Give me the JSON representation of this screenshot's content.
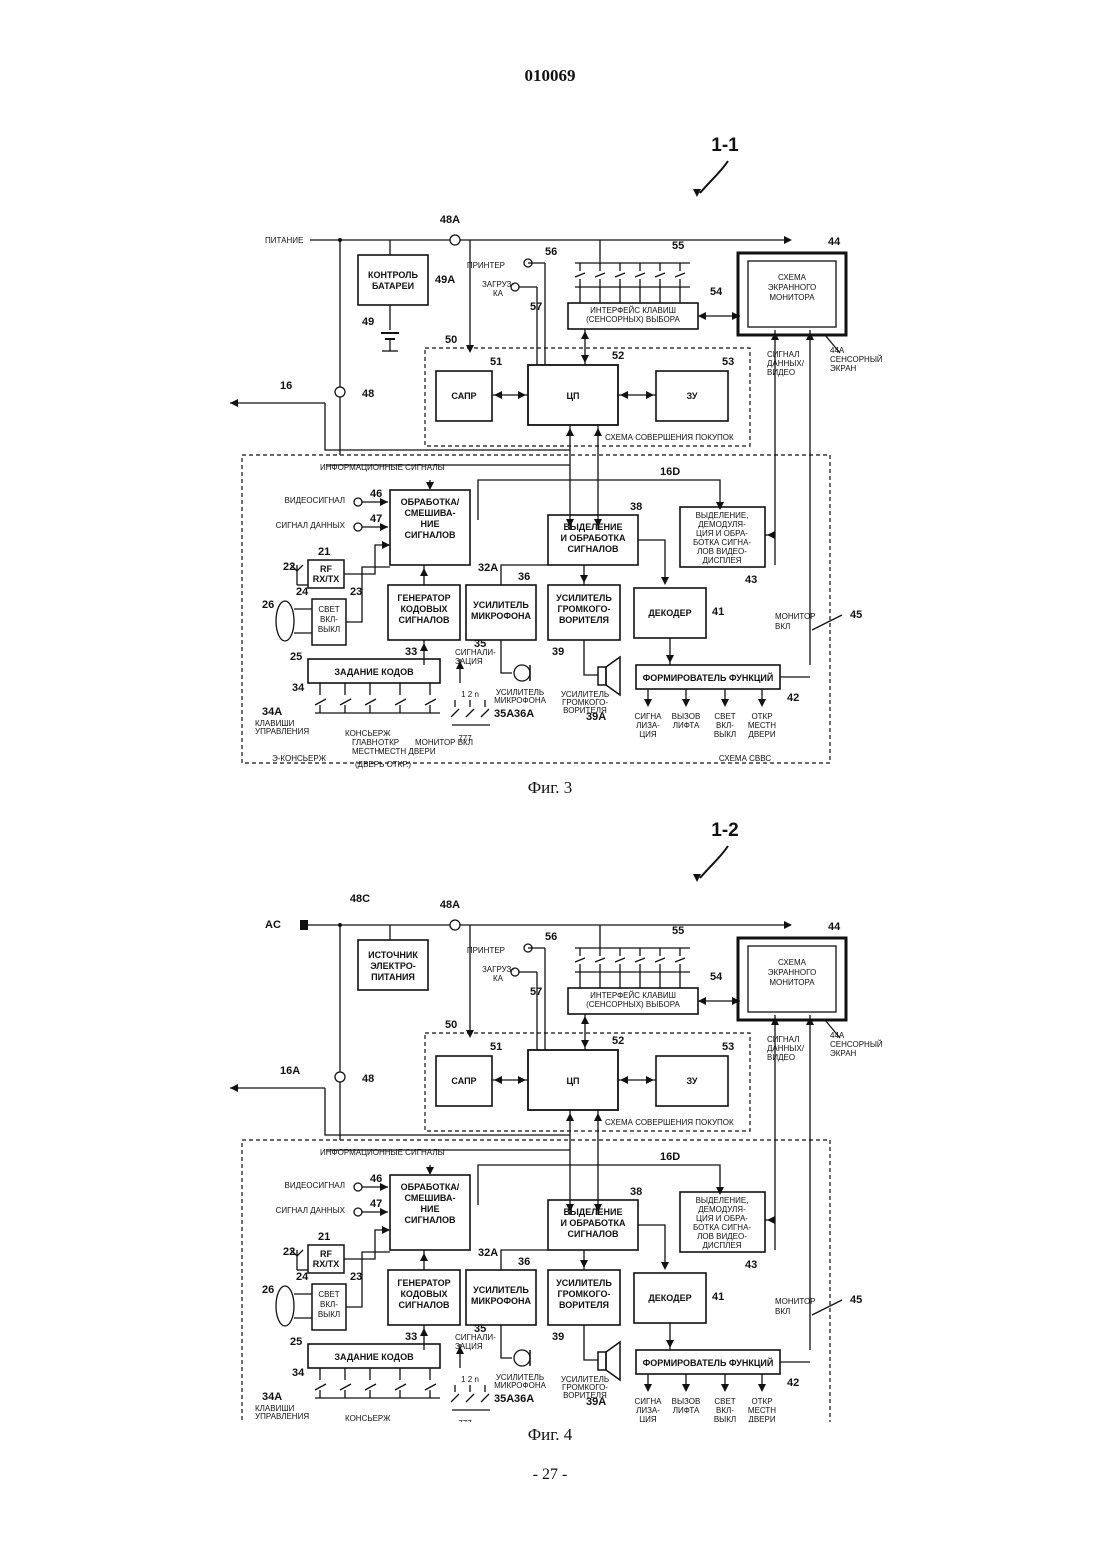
{
  "page": {
    "number": "010069",
    "footer": "- 27 -"
  },
  "figures": [
    {
      "caption": "Фиг. 3",
      "ref": "1-1",
      "power_label": "ПИТАНИЕ",
      "supply_lines": [
        "КОНТРОЛЬ",
        "БАТАРЕИ"
      ],
      "supply_ref": "49А",
      "battery_ref": "49",
      "link_ref": "16",
      "n48": "48",
      "n48a": "48А"
    },
    {
      "caption": "Фиг. 4",
      "ref": "1-2",
      "power_label": "AC",
      "supply_lines": [
        "ИСТОЧНИК",
        "ЭЛЕКТРО-",
        "ПИТАНИЯ"
      ],
      "supply_ref": "48С",
      "battery_ref": "",
      "link_ref": "16А",
      "n48": "48",
      "n48a": "48А"
    }
  ],
  "common": {
    "printer": "ПРИНТЕР",
    "n56": "56",
    "download": [
      "ЗАГРУЗ-",
      "КА"
    ],
    "n57": "57",
    "key_interface": [
      "ИНТЕРФЕЙС КЛАВИШ",
      "(СЕНСОРНЫХ) ВЫБОРА"
    ],
    "n54": "54",
    "n55": "55",
    "monitor_circuit": [
      "СХЕМА",
      "ЭКРАННОГО",
      "МОНИТОРА"
    ],
    "n44": "44",
    "touch_screen": [
      "44А",
      "СЕНСОРНЫЙ",
      "ЭКРАН"
    ],
    "data_video": [
      "СИГНАЛ",
      "ДАННЫХ/",
      "ВИДЕО"
    ],
    "n50": "50",
    "sapr": "САПР",
    "n51": "51",
    "cpu": "ЦП",
    "n52": "52",
    "zu": "ЗУ",
    "n53": "53",
    "purchase_circuit": "СХЕМА СОВЕРШЕНИЯ ПОКУПОК",
    "info_signals": "ИНФОРМАЦИОННЫЕ СИГНАЛЫ",
    "n16d": "16D",
    "video_signal": "ВИДЕОСИГНАЛ",
    "n46": "46",
    "data_signal": "СИГНАЛ ДАННЫХ",
    "n47": "47",
    "mixing": [
      "ОБРАБОТКА/",
      "СМЕШИВА-",
      "НИЕ",
      "СИГНАЛОВ"
    ],
    "n32a": "32А",
    "extract": [
      "ВЫДЕЛЕНИЕ",
      "И ОБРАБОТКА",
      "СИГНАЛОВ"
    ],
    "n38": "38",
    "video_extract": [
      "ВЫДЕЛЕНИЕ,",
      "ДЕМОДУЛЯ-",
      "ЦИЯ И ОБРА-",
      "БОТКА СИГНА-",
      "ЛОВ ВИДЕО-",
      "ДИСПЛЕЯ"
    ],
    "n43": "43",
    "rf": [
      "RF",
      "RX/TX"
    ],
    "n21": "21",
    "n22": "22",
    "light": [
      "СВЕТ",
      "ВКЛ-",
      "ВЫКЛ"
    ],
    "n23": "23",
    "n24": "24",
    "n25": "25",
    "n26": "26",
    "code_gen": [
      "ГЕНЕРАТОР",
      "КОДОВЫХ",
      "СИГНАЛОВ"
    ],
    "n33": "33",
    "mic_amp": [
      "УСИЛИТЕЛЬ",
      "МИКРОФОНА"
    ],
    "n36": "36",
    "speaker_amp": [
      "УСИЛИТЕЛЬ",
      "ГРОМКОГО-",
      "ВОРИТЕЛЯ"
    ],
    "n39": "39",
    "decoder": "ДЕКОДЕР",
    "n41": "41",
    "code_set": "ЗАДАНИЕ КОДОВ",
    "n34": "34",
    "signaling": [
      "СИГНАЛИ-",
      "ЗАЦИЯ"
    ],
    "n35": "35",
    "switch_nums": "1 2 n",
    "mic_label": [
      "УСИЛИТЕЛЬ",
      "МИКРОФОНА"
    ],
    "n36a": "36А",
    "spk_label": [
      "УСИЛИТЕЛЬ",
      "ГРОМКОГО-",
      "ВОРИТЕЛЯ"
    ],
    "n39a": "39А",
    "func_former": "ФОРМИРОВАТЕЛЬ ФУНКЦИЙ",
    "n42": "42",
    "monitor_on": [
      "МОНИТОР",
      "ВКЛ"
    ],
    "n45": "45",
    "n34a": "34А",
    "control_keys": [
      "КЛАВИШИ",
      "УПРАВЛЕНИЯ"
    ],
    "concierge": "КОНСЬЕРЖ",
    "e_concierge": "Э-КОНСЬЕРЖ",
    "main_local": [
      "ГЛАВН",
      "МЕСТН"
    ],
    "door_open": [
      "ОТКР",
      "МЕСТН ДВЕРИ"
    ],
    "monitor_key": "МОНИТОР ВКЛ",
    "door_open2": "(ДВЕРЬ ОТКР.)",
    "n35a": "35А",
    "outputs": [
      [
        "СИГНА",
        "ЛИЗА-",
        "ЦИЯ"
      ],
      [
        "ВЫЗОВ",
        "ЛИФТА"
      ],
      [
        "СВЕТ",
        "ВКЛ-",
        "ВЫКЛ"
      ],
      [
        "ОТКР",
        "МЕСТН",
        "ДВЕРИ"
      ]
    ],
    "svvs": "СХЕМА СВВС"
  }
}
